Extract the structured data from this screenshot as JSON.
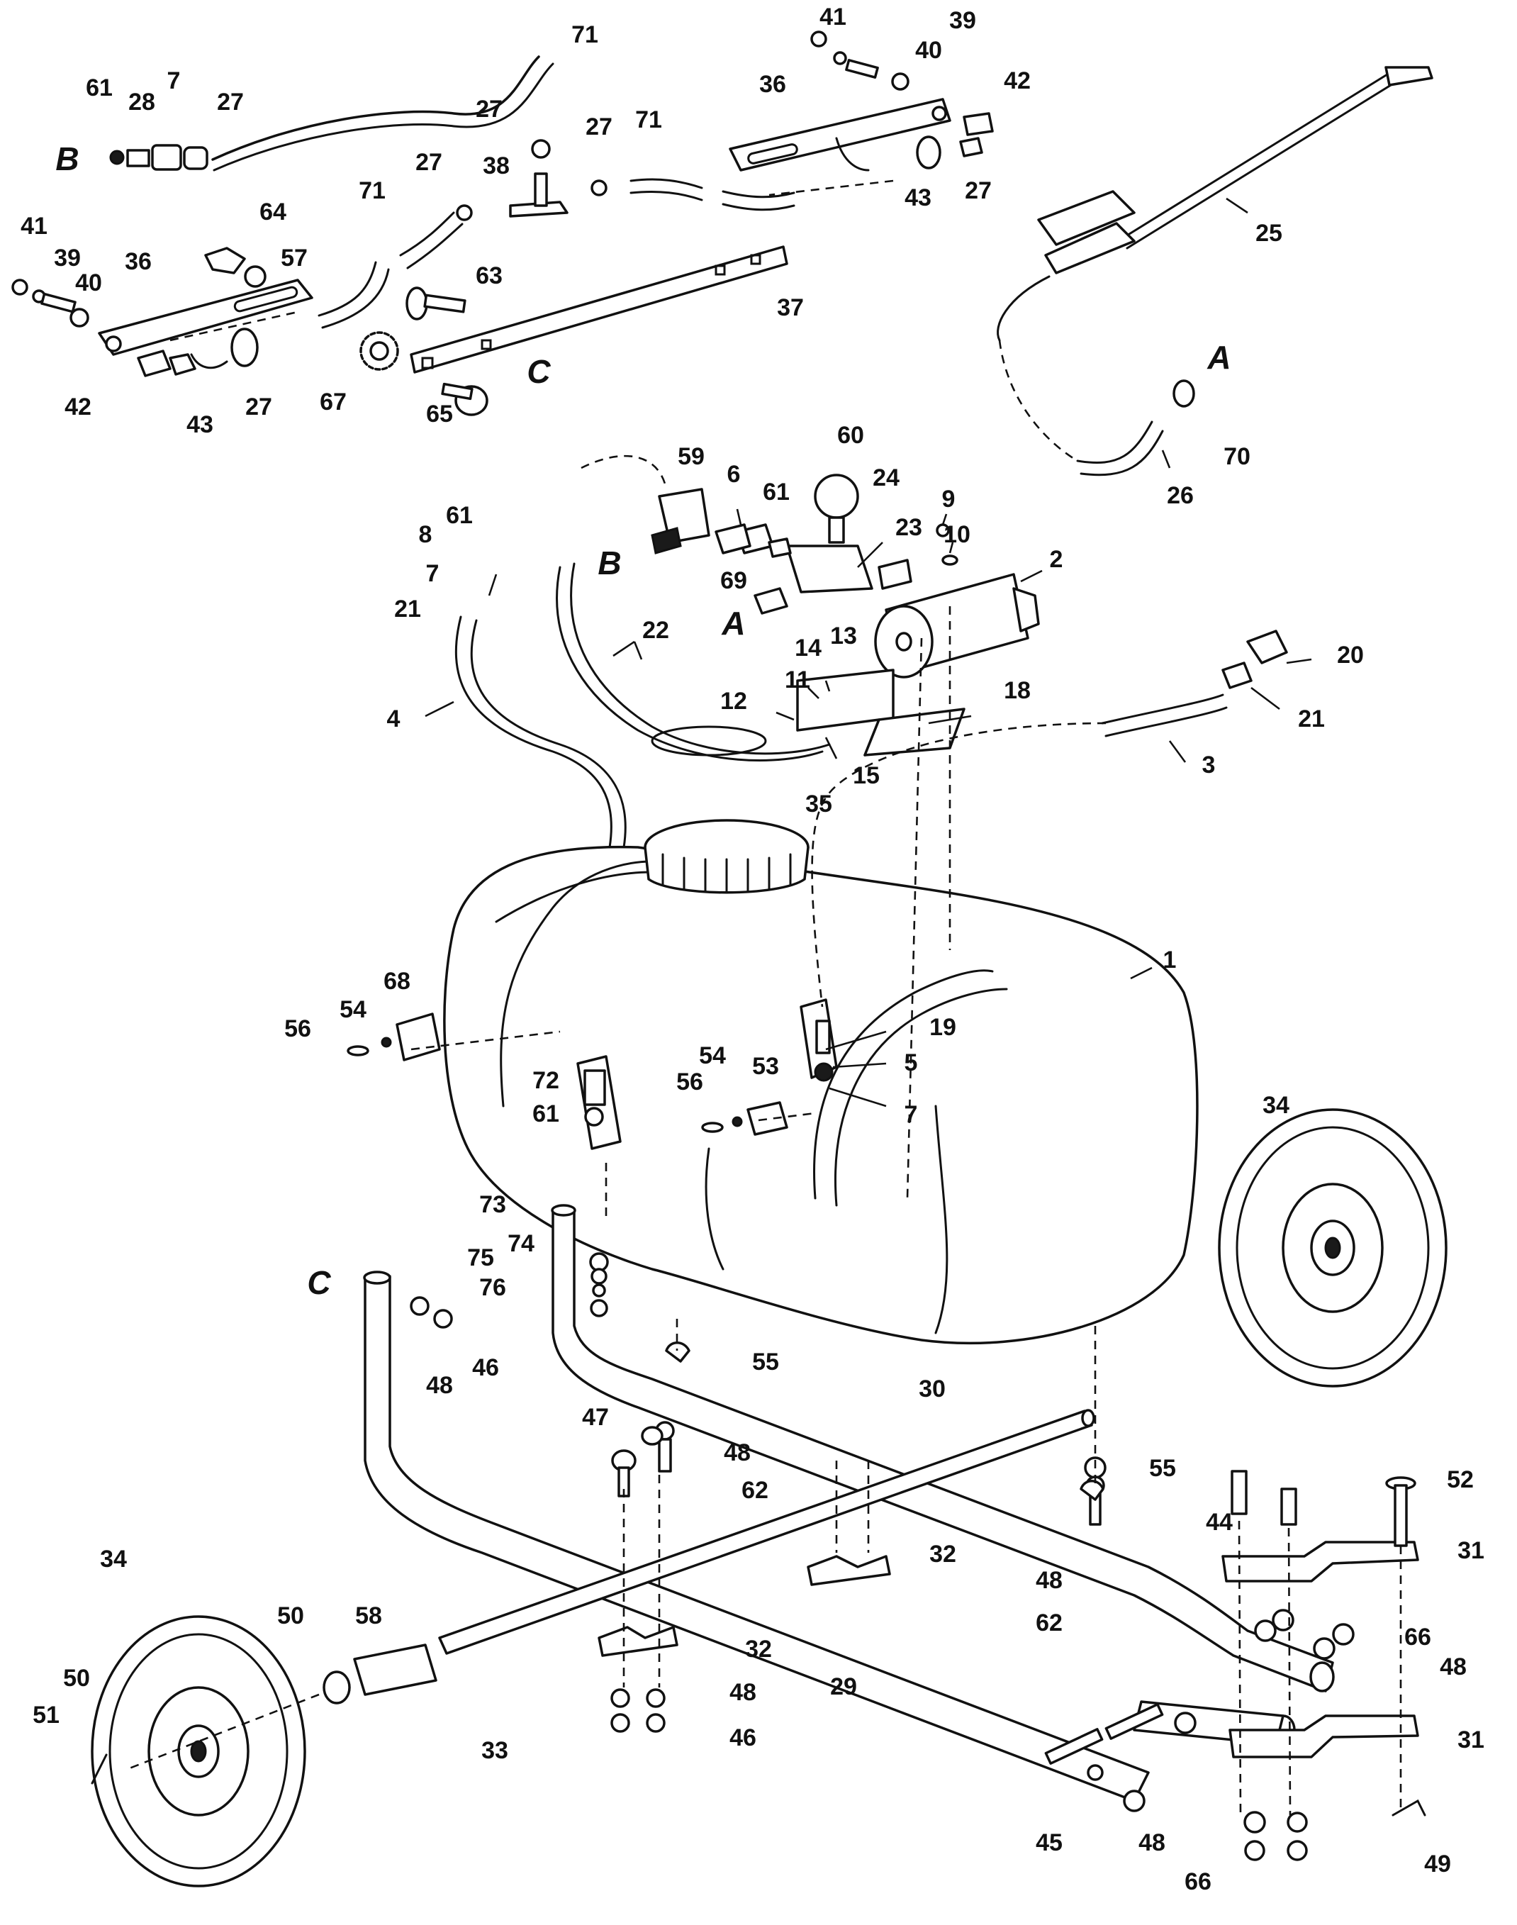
{
  "diagram": {
    "callouts": [
      "1",
      "2",
      "3",
      "4",
      "5",
      "6",
      "7",
      "8",
      "9",
      "10",
      "11",
      "12",
      "13",
      "14",
      "15",
      "18",
      "19",
      "20",
      "21",
      "22",
      "23",
      "24",
      "25",
      "26",
      "27",
      "28",
      "29",
      "30",
      "31",
      "32",
      "33",
      "34",
      "35",
      "36",
      "37",
      "38",
      "39",
      "40",
      "41",
      "42",
      "43",
      "44",
      "45",
      "46",
      "47",
      "48",
      "49",
      "50",
      "51",
      "52",
      "53",
      "54",
      "55",
      "56",
      "57",
      "58",
      "59",
      "60",
      "61",
      "62",
      "63",
      "64",
      "65",
      "66",
      "67",
      "68",
      "69",
      "70",
      "71",
      "72",
      "73",
      "74",
      "75",
      "76"
    ],
    "connector_letters": [
      "A",
      "B",
      "C"
    ]
  }
}
